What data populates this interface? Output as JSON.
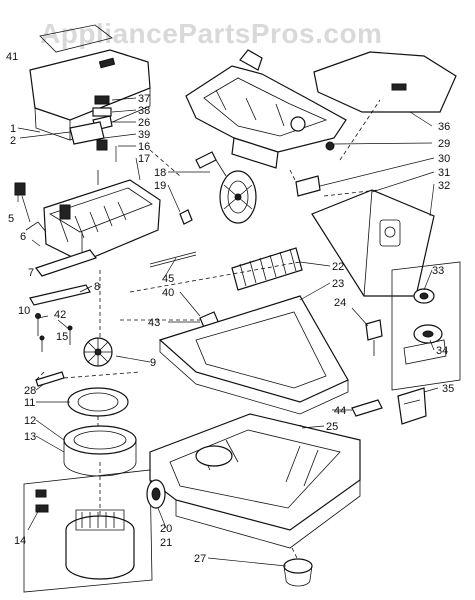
{
  "watermark": "AppliancePartsPros.com",
  "labels": {
    "l41": "41",
    "l1": "1",
    "l2": "2",
    "l37": "37",
    "l38": "38",
    "l26": "26",
    "l39": "39",
    "l16": "16",
    "l17": "17",
    "l18": "18",
    "l19": "19",
    "l36": "36",
    "l29": "29",
    "l30": "30",
    "l31": "31",
    "l32": "32",
    "l5": "5",
    "l6": "6",
    "l7": "7",
    "l8": "8",
    "l10": "10",
    "l42": "42",
    "l15": "15",
    "l45": "45",
    "l40": "40",
    "l43": "43",
    "l22": "22",
    "l23": "23",
    "l24": "24",
    "l33": "33",
    "l34": "34",
    "l9": "9",
    "l28": "28",
    "l11": "11",
    "l12": "12",
    "l13": "13",
    "l35": "35",
    "l25": "25",
    "l44": "44",
    "l20": "20",
    "l21": "21",
    "l14": "14",
    "l27": "27"
  }
}
